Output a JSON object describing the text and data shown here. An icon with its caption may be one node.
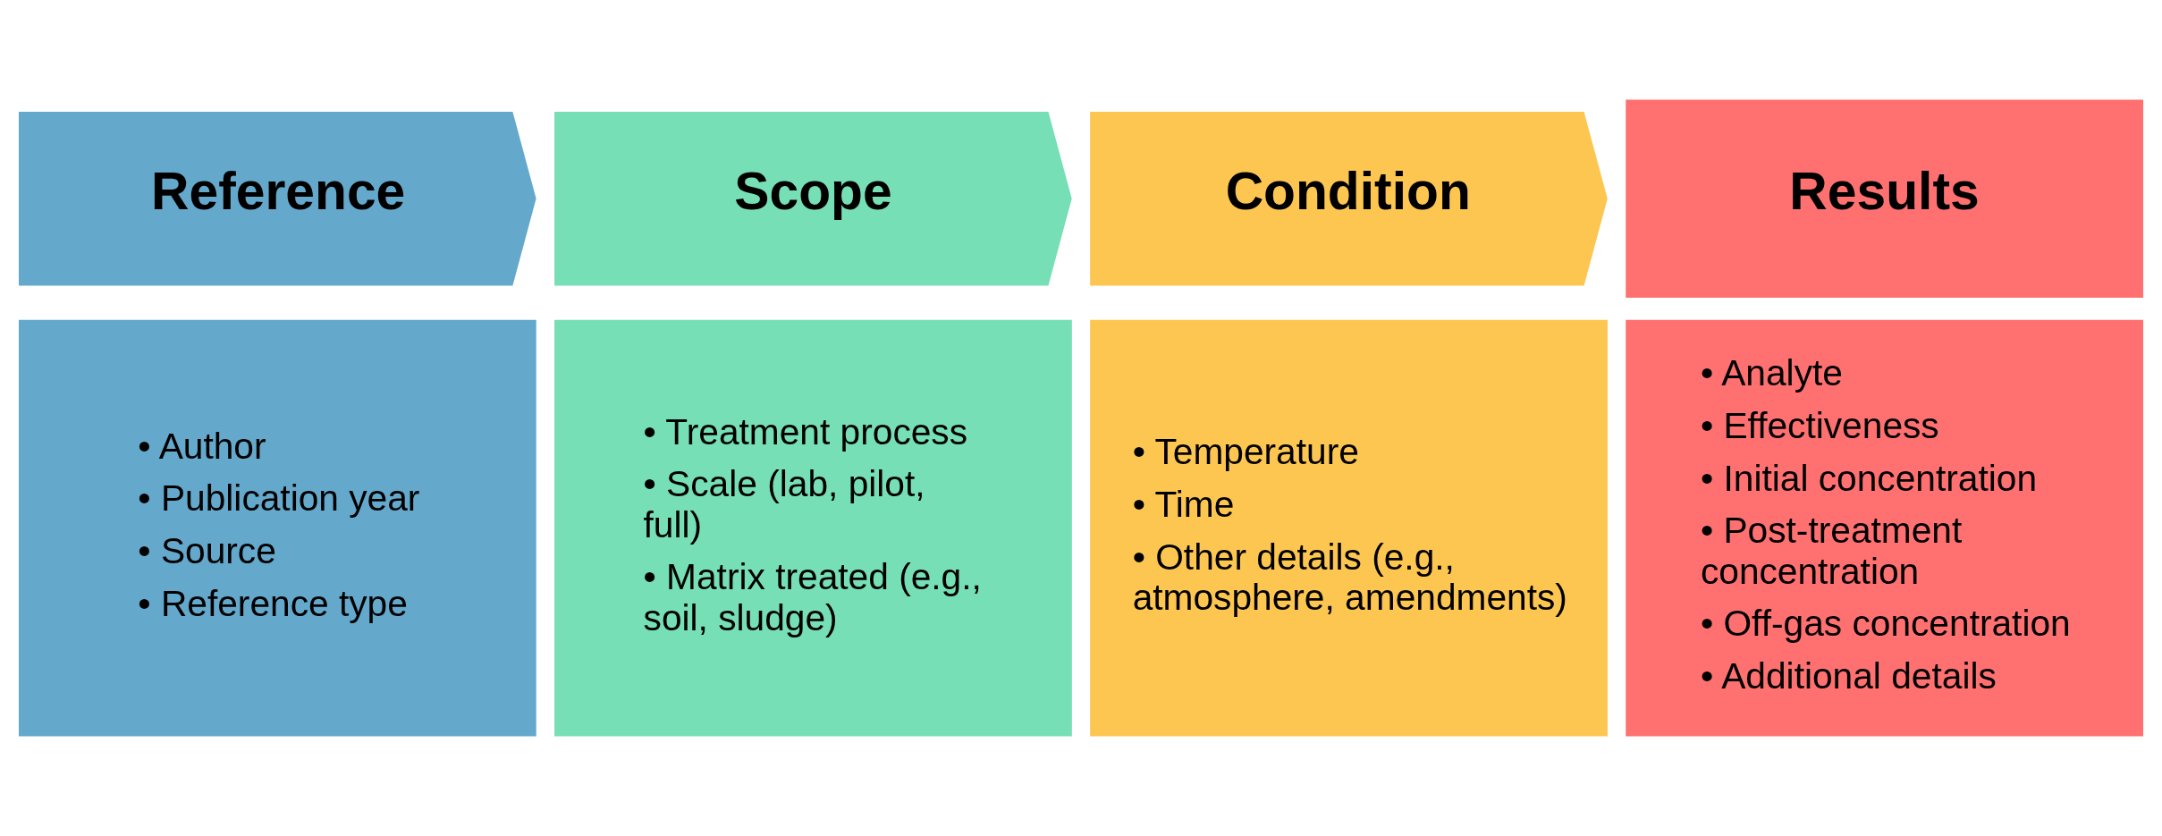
{
  "diagram": {
    "nodes": [
      {
        "text": [
          "Reference"
        ]
      },
      {
        "text": [
          "Scope"
        ]
      },
      {
        "text": [
          "Condition"
        ]
      },
      {
        "text": [
          "Results"
        ]
      },
      {
        "text": [
          "• Author",
          "• Publication year",
          "• Source",
          "• Reference type"
        ]
      },
      {
        "text": [
          "• Treatment process",
          "• Scale (lab, pilot, full)",
          "• Matrix treated (e.g., soil, sludge)"
        ]
      },
      {
        "text": [
          "• Temperature",
          "• Time",
          "• Other details (e.g., atmosphere, amendments)"
        ]
      },
      {
        "text": [
          "• Analyte",
          "• Effectiveness",
          "• Initial concentration",
          "• Post-treatment concentration",
          "• Off-gas concentration",
          "• Additional details"
        ]
      }
    ]
  }
}
